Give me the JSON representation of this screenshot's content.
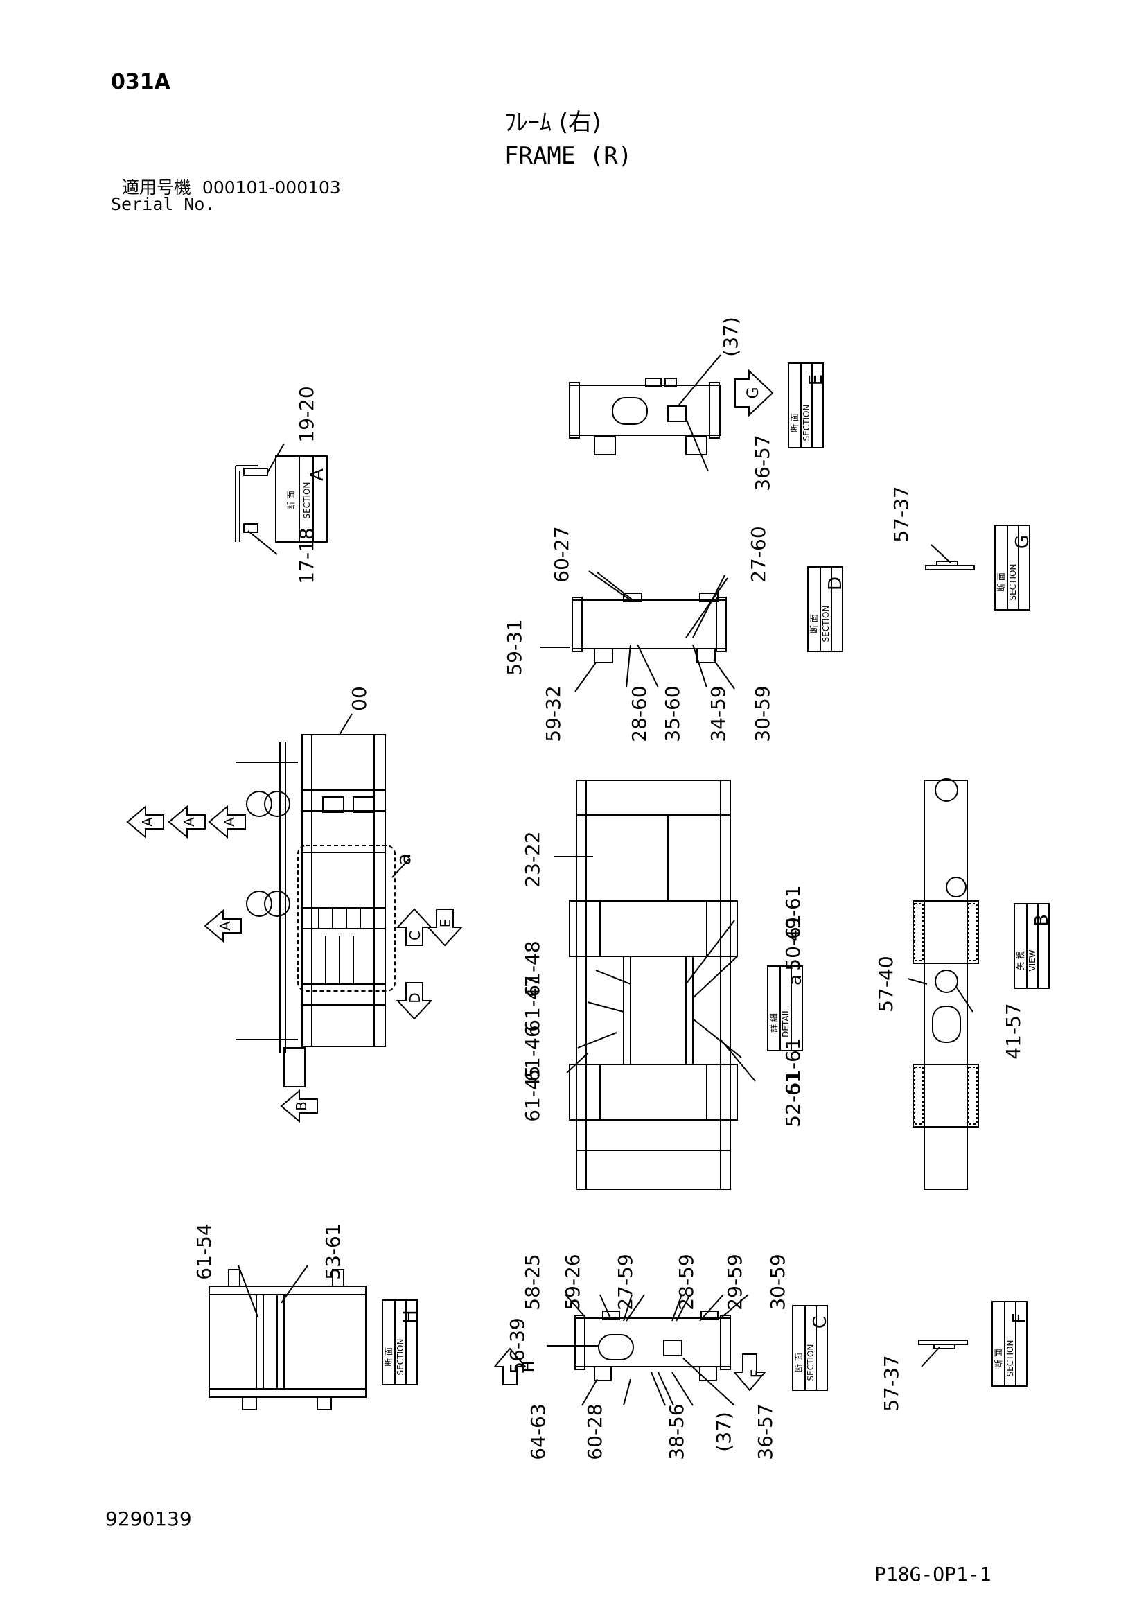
{
  "header": {
    "page_code": "031A",
    "title_jp": "ﾌﾚｰﾑ (右)",
    "title_en": "FRAME (R)",
    "serial_label_jp": "適用号機",
    "serial_range": "000101-000103",
    "serial_label_en": "Serial No."
  },
  "footer": {
    "drawing_number": "9290139",
    "page_ref": "P18G-OP1-1"
  },
  "section_labels": {
    "A": {
      "jp": "断 面",
      "en": "SECTION",
      "letter": "A"
    },
    "B": {
      "jp": "矢 視",
      "en": "VIEW",
      "letter": "B"
    },
    "C": {
      "jp": "断 面",
      "en": "SECTION",
      "letter": "C"
    },
    "D": {
      "jp": "断 面",
      "en": "SECTION",
      "letter": "D"
    },
    "E": {
      "jp": "断 面",
      "en": "SECTION",
      "letter": "E"
    },
    "F": {
      "jp": "断 面",
      "en": "SECTION",
      "letter": "F"
    },
    "G": {
      "jp": "断 面",
      "en": "SECTION",
      "letter": "G"
    },
    "H": {
      "jp": "断 面",
      "en": "SECTION",
      "letter": "H"
    },
    "a": {
      "jp": "詳 細",
      "en": "DETAIL",
      "letter": "a"
    }
  },
  "view_arrows": [
    "A",
    "A",
    "A",
    "A",
    "C",
    "E",
    "D",
    "B",
    "G",
    "F",
    "H"
  ],
  "main_view": {
    "part_number": "00",
    "detail_marker": "a"
  },
  "callouts": {
    "section_a": [
      "19-20",
      "17-18"
    ],
    "section_e": [
      "(37)",
      "36-57"
    ],
    "section_g": [
      "57-37"
    ],
    "section_d": [
      "60-27",
      "27-60",
      "59-31",
      "59-32",
      "28-60",
      "35-60",
      "34-59",
      "30-59"
    ],
    "detail_a": [
      "23-22",
      "49-61",
      "50-61",
      "61-48",
      "61-47",
      "61-46",
      "61-45",
      "51-61",
      "52-61"
    ],
    "view_b": [
      "57-40",
      "41-57"
    ],
    "section_h": [
      "61-54",
      "53-61"
    ],
    "section_c": [
      "58-25",
      "59-26",
      "27-59",
      "28-59",
      "29-59",
      "30-59",
      "56-39",
      "64-63",
      "60-28",
      "38-56",
      "(37)",
      "36-57"
    ],
    "section_f": [
      "57-37"
    ]
  }
}
